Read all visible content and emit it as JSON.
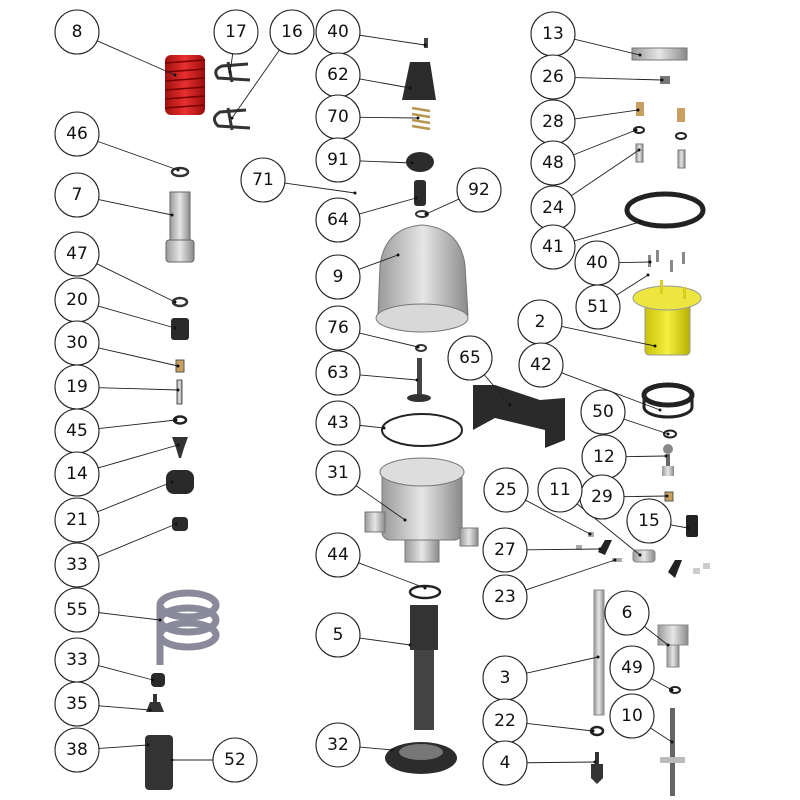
{
  "diagram": {
    "type": "exploded parts diagram",
    "callouts": [
      "8",
      "17",
      "16",
      "46",
      "7",
      "47",
      "20",
      "30",
      "19",
      "45",
      "14",
      "21",
      "33",
      "55",
      "33",
      "35",
      "38",
      "52",
      "40",
      "62",
      "70",
      "91",
      "71",
      "64",
      "92",
      "9",
      "76",
      "63",
      "43",
      "31",
      "44",
      "5",
      "32",
      "13",
      "26",
      "28",
      "48",
      "24",
      "41",
      "40",
      "51",
      "2",
      "42",
      "65",
      "50",
      "12",
      "29",
      "15",
      "25",
      "11",
      "27",
      "23",
      "6",
      "3",
      "49",
      "22",
      "10",
      "4"
    ],
    "colors": {
      "spring_red": "#d42020",
      "cylinder_yellow": "#e8e21a",
      "part_gray": "#c8c8c8",
      "part_dark": "#222222"
    }
  }
}
